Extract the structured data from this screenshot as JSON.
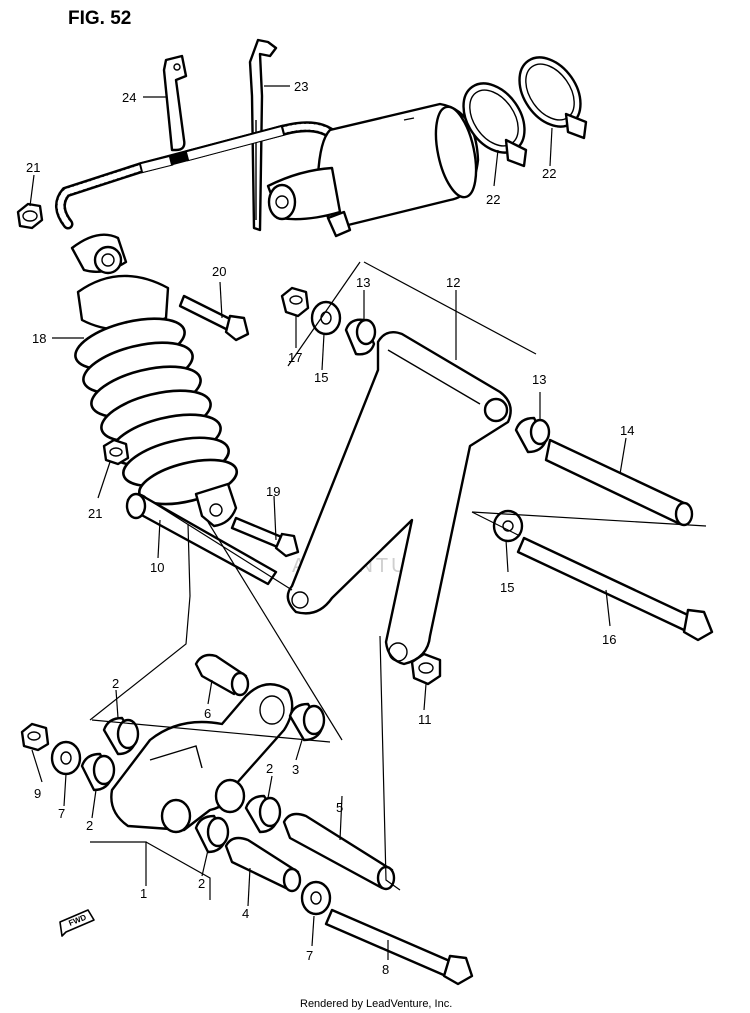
{
  "figure": {
    "title": "FIG. 52",
    "watermark": "ADVENTURE",
    "footer": "Rendered by LeadVenture, Inc.",
    "fwd_mark": "FWD"
  },
  "callouts": [
    {
      "id": "c24",
      "number": "24"
    },
    {
      "id": "c23",
      "number": "23"
    },
    {
      "id": "c21a",
      "number": "21"
    },
    {
      "id": "c22a",
      "number": "22"
    },
    {
      "id": "c22b",
      "number": "22"
    },
    {
      "id": "c20",
      "number": "20"
    },
    {
      "id": "c18",
      "number": "18"
    },
    {
      "id": "c13a",
      "number": "13"
    },
    {
      "id": "c12",
      "number": "12"
    },
    {
      "id": "c17",
      "number": "17"
    },
    {
      "id": "c15a",
      "number": "15"
    },
    {
      "id": "c13b",
      "number": "13"
    },
    {
      "id": "c14",
      "number": "14"
    },
    {
      "id": "c21b",
      "number": "21"
    },
    {
      "id": "c19",
      "number": "19"
    },
    {
      "id": "c10",
      "number": "10"
    },
    {
      "id": "c15b",
      "number": "15"
    },
    {
      "id": "c16",
      "number": "16"
    },
    {
      "id": "c11",
      "number": "11"
    },
    {
      "id": "c6",
      "number": "6"
    },
    {
      "id": "c2a",
      "number": "2"
    },
    {
      "id": "c3",
      "number": "3"
    },
    {
      "id": "c9",
      "number": "9"
    },
    {
      "id": "c7a",
      "number": "7"
    },
    {
      "id": "c2b",
      "number": "2"
    },
    {
      "id": "c2c",
      "number": "2"
    },
    {
      "id": "c5",
      "number": "5"
    },
    {
      "id": "c1",
      "number": "1"
    },
    {
      "id": "c2d",
      "number": "2"
    },
    {
      "id": "c4",
      "number": "4"
    },
    {
      "id": "c7b",
      "number": "7"
    },
    {
      "id": "c8",
      "number": "8"
    }
  ]
}
